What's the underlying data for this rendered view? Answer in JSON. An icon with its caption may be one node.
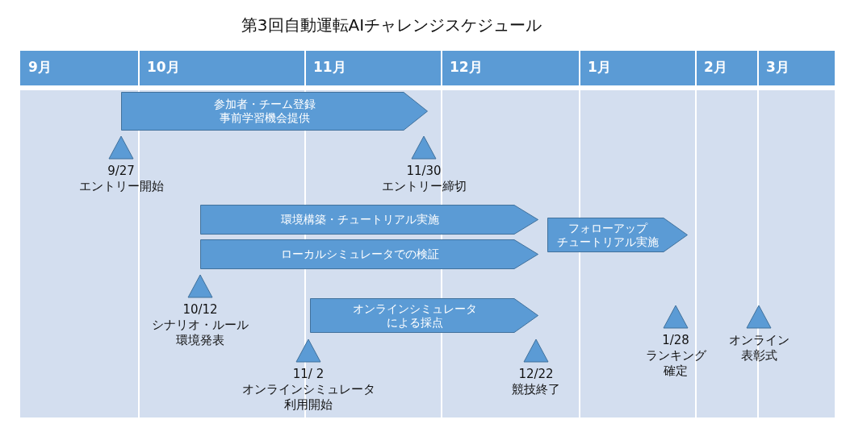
{
  "diagram": {
    "title": "第3回自動運転AIチャレンジスケジュール",
    "nodes": [
      {
        "text": [
          "参加者・チーム登録事前学習機会提供"
        ]
      },
      {
        "text": [],
        "shape": "triangle",
        "beside": [
          "9/27",
          "エントリー開始"
        ]
      },
      {
        "text": [],
        "shape": "triangle",
        "beside": [
          "11/30",
          "エントリー締切"
        ]
      },
      {
        "text": [
          "環境構築・チュートリアル実施"
        ]
      },
      {
        "text": [
          "ローカルシミュレータでの検証"
        ]
      },
      {
        "text": [
          "フォローアップチュートリアル実施"
        ]
      },
      {
        "text": [],
        "shape": "triangle",
        "beside": [
          "10/12",
          "シナリオ・ルール環境発表"
        ]
      },
      {
        "text": [
          "オンラインシミュレータによる採点"
        ]
      },
      {
        "text": [],
        "shape": "triangle",
        "beside": [
          "1/28",
          "ランキング確定"
        ]
      },
      {
        "text": [],
        "shape": "triangle",
        "beside": [
          "オンライン表彰式"
        ]
      },
      {
        "text": [],
        "shape": "triangle",
        "beside": [
          "11/ 2",
          "オンラインシミュレータ利用開始"
        ]
      },
      {
        "text": [],
        "shape": "triangle",
        "beside": [
          "12/22",
          "競技終了"
        ]
      }
    ],
    "labels": [
      "9月",
      "10月",
      "11月",
      "12月",
      "1月",
      "2月",
      "3月"
    ]
  }
}
